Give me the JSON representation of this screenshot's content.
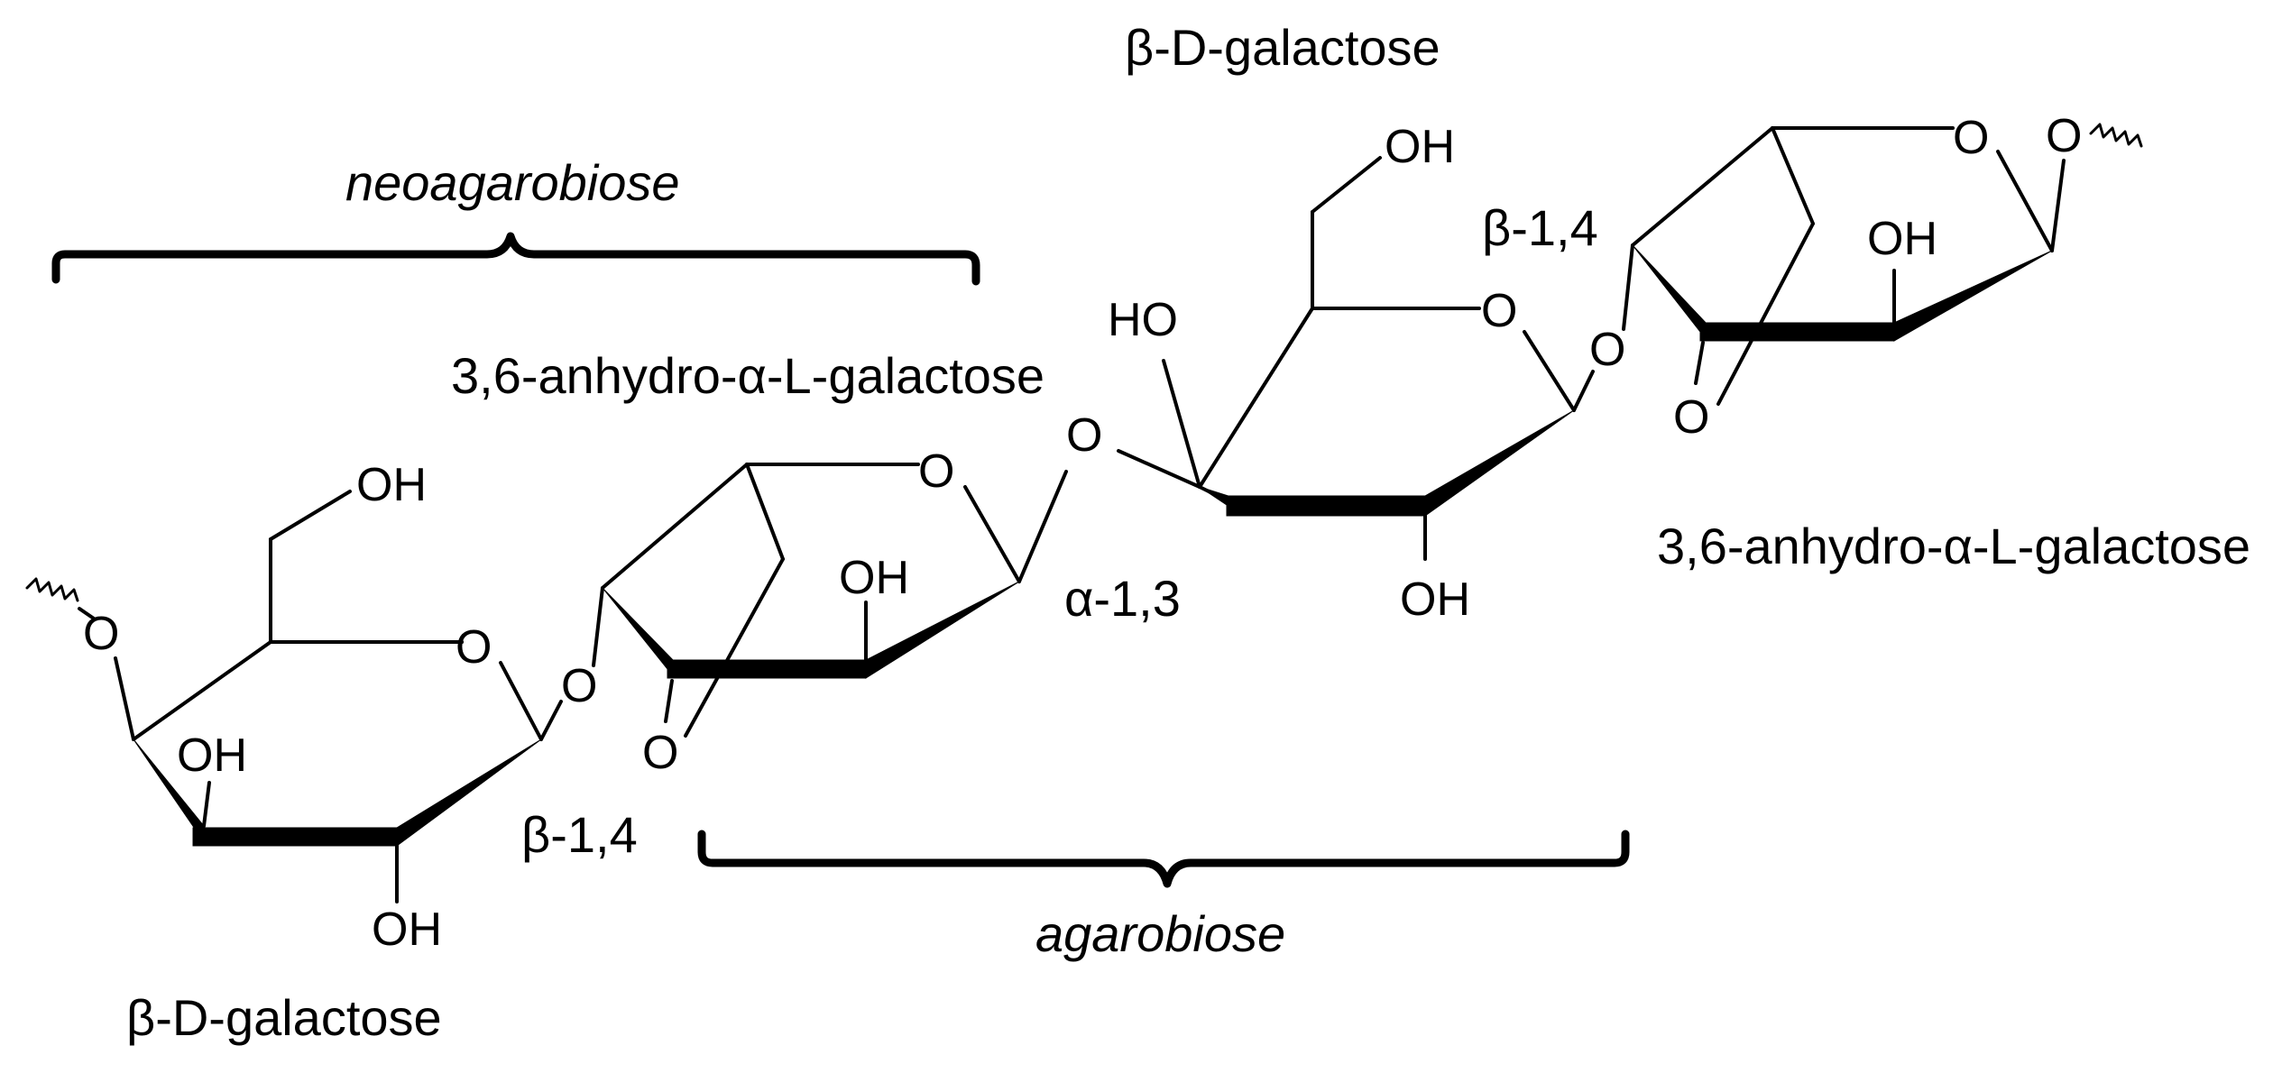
{
  "labels": {
    "neoagarobiose": "neoagarobiose",
    "agarobiose": "agarobiose",
    "bdgal_top": "β-D-galactose",
    "bdgal_bottom": "β-D-galactose",
    "anhydro_left": "3,6-anhydro-α-L-galactose",
    "anhydro_right": "3,6-anhydro-α-L-galactose",
    "beta14_left": "β-1,4",
    "beta14_right": "β-1,4",
    "alpha13": "α-1,3"
  },
  "atoms": {
    "oxygen": "O",
    "hydroxyl": "OH",
    "ho": "HO"
  },
  "colors": {
    "ink": "#000000",
    "background": "#ffffff"
  }
}
